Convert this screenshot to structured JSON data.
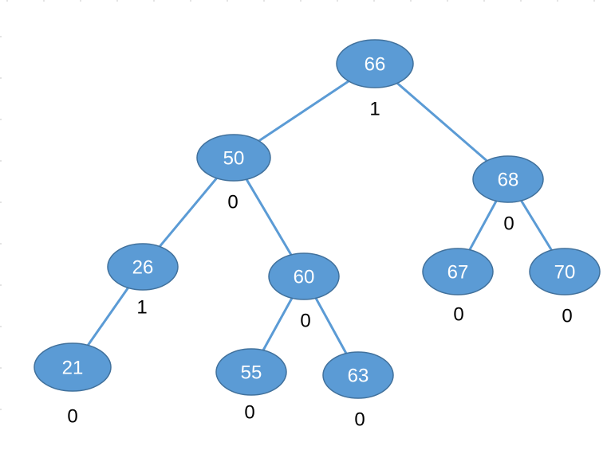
{
  "tree": {
    "nodes": [
      {
        "id": "n66",
        "key": "66",
        "balance": "1",
        "children": [
          "n50",
          "n68"
        ]
      },
      {
        "id": "n50",
        "key": "50",
        "balance": "0",
        "children": [
          "n26",
          "n60"
        ]
      },
      {
        "id": "n68",
        "key": "68",
        "balance": "0",
        "children": [
          "n67",
          "n70"
        ]
      },
      {
        "id": "n26",
        "key": "26",
        "balance": "1",
        "children": [
          "n21"
        ]
      },
      {
        "id": "n60",
        "key": "60",
        "balance": "0",
        "children": [
          "n55",
          "n63"
        ]
      },
      {
        "id": "n67",
        "key": "67",
        "balance": "0",
        "children": []
      },
      {
        "id": "n70",
        "key": "70",
        "balance": "0",
        "children": []
      },
      {
        "id": "n21",
        "key": "21",
        "balance": "0",
        "children": []
      },
      {
        "id": "n55",
        "key": "55",
        "balance": "0",
        "children": []
      },
      {
        "id": "n63",
        "key": "63",
        "balance": "0",
        "children": []
      }
    ]
  },
  "colors": {
    "node_fill": "#5b9bd5",
    "node_stroke": "#41719c",
    "edge": "#5b9bd5",
    "key_text": "#ffffff",
    "balance_text": "#000000"
  }
}
